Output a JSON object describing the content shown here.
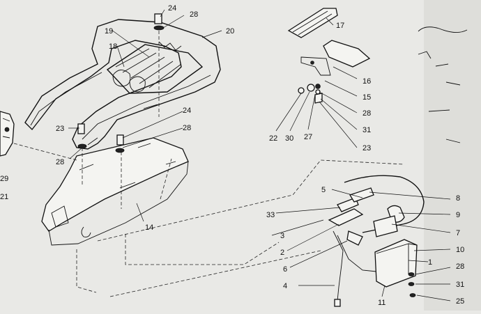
{
  "diagram": {
    "part_numbers": {
      "p1": "1",
      "p2": "2",
      "p3": "3",
      "p4": "4",
      "p5": "5",
      "p6": "6",
      "p7": "7",
      "p8": "8",
      "p9": "9",
      "p10": "10",
      "p11": "11",
      "p14": "14",
      "p15": "15",
      "p16": "16",
      "p17": "17",
      "p18": "18",
      "p19": "19",
      "p20": "20",
      "p21": "21",
      "p22": "22",
      "p23": "23",
      "p24": "24",
      "p25": "25",
      "p27": "27",
      "p28": "28",
      "p29": "29",
      "p30": "30",
      "p31": "31",
      "p33": "33"
    }
  }
}
